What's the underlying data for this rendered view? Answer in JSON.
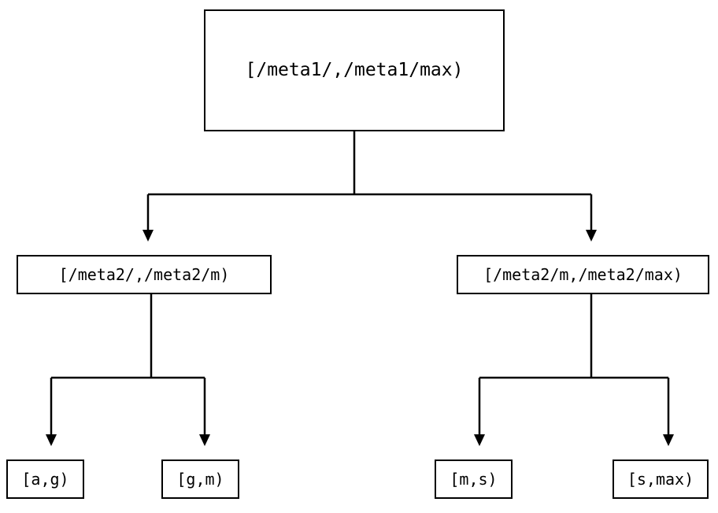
{
  "diagram": {
    "type": "tree",
    "title": "",
    "orientation": "top-down",
    "edge_style": "orthogonal-elbow-with-arrowhead",
    "stroke_color": "#000000",
    "background_color": "#ffffff",
    "node_fill_color": "#ffffff",
    "text_color": "#000000",
    "levels": 3,
    "nodes": {
      "root": {
        "id": "root",
        "label": "[/meta1/,/meta1/max)",
        "level": 0
      },
      "level2": [
        {
          "id": "meta2-low",
          "label": "[/meta2/,/meta2/m)",
          "level": 1,
          "parent": "root"
        },
        {
          "id": "meta2-high",
          "label": "[/meta2/m,/meta2/max)",
          "level": 1,
          "parent": "root"
        }
      ],
      "leaves": [
        {
          "id": "leaf-a-g",
          "label": "[a,g)",
          "level": 2,
          "parent": "meta2-low"
        },
        {
          "id": "leaf-g-m",
          "label": "[g,m)",
          "level": 2,
          "parent": "meta2-low"
        },
        {
          "id": "leaf-m-s",
          "label": "[m,s)",
          "level": 2,
          "parent": "meta2-high"
        },
        {
          "id": "leaf-s-max",
          "label": "[s,max)",
          "level": 2,
          "parent": "meta2-high"
        }
      ]
    },
    "edges": [
      {
        "from": "root",
        "to": "meta2-low",
        "arrow": true
      },
      {
        "from": "root",
        "to": "meta2-high",
        "arrow": true
      },
      {
        "from": "meta2-low",
        "to": "leaf-a-g",
        "arrow": true
      },
      {
        "from": "meta2-low",
        "to": "leaf-g-m",
        "arrow": true
      },
      {
        "from": "meta2-high",
        "to": "leaf-m-s",
        "arrow": true
      },
      {
        "from": "meta2-high",
        "to": "leaf-s-max",
        "arrow": true
      }
    ]
  }
}
